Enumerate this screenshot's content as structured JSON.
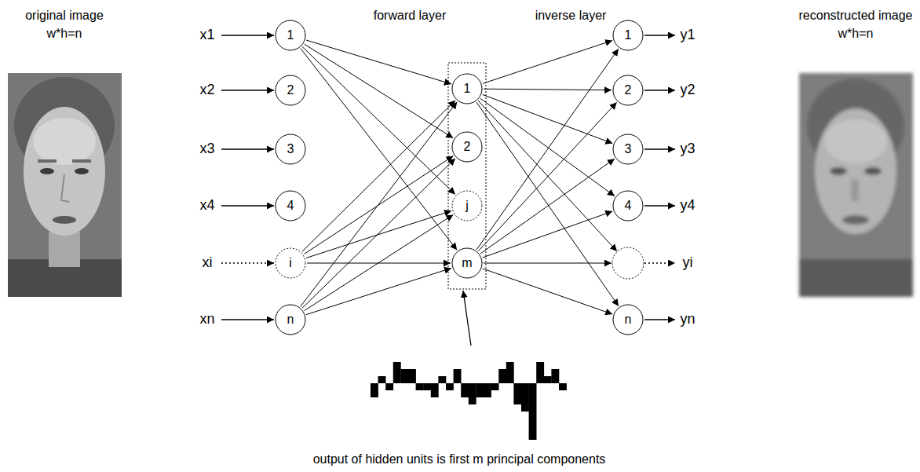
{
  "diagram": {
    "nodes": [
      {
        "text": [
          "1"
        ]
      },
      {
        "text": [
          "2"
        ]
      },
      {
        "text": [
          "3"
        ]
      },
      {
        "text": [
          "4"
        ]
      },
      {
        "text": [
          "i"
        ]
      },
      {
        "text": [
          "n"
        ]
      },
      {
        "text": [
          "1"
        ]
      },
      {
        "text": [
          "2"
        ]
      },
      {
        "text": [
          "j"
        ]
      },
      {
        "text": [
          "m"
        ]
      },
      {
        "text": [
          "1"
        ]
      },
      {
        "text": [
          "2"
        ]
      },
      {
        "text": [
          "3"
        ]
      },
      {
        "text": [
          "4"
        ]
      },
      {
        "text": [
          "n"
        ]
      }
    ],
    "edges": [
      {
        "from": 0,
        "to": 6,
        "arrow": "to"
      },
      {
        "from": 0,
        "to": 7,
        "arrow": "to"
      },
      {
        "from": 0,
        "to": 8,
        "arrow": "to"
      },
      {
        "from": 0,
        "to": 9,
        "arrow": "to"
      },
      {
        "from": 4,
        "to": 6,
        "arrow": "to"
      },
      {
        "from": 4,
        "to": 7,
        "arrow": "to"
      },
      {
        "from": 4,
        "to": 8,
        "arrow": "to"
      },
      {
        "from": 4,
        "to": 9,
        "arrow": "to"
      },
      {
        "from": 5,
        "to": 6,
        "arrow": "to"
      },
      {
        "from": 5,
        "to": 7,
        "arrow": "to"
      },
      {
        "from": 5,
        "to": 8,
        "arrow": "to"
      },
      {
        "from": 5,
        "to": 9,
        "arrow": "to"
      },
      {
        "from": 6,
        "to": 10,
        "arrow": "to"
      },
      {
        "from": 6,
        "to": 11,
        "arrow": "to"
      },
      {
        "from": 6,
        "to": 12,
        "arrow": "to"
      },
      {
        "from": 6,
        "to": 13,
        "arrow": "to"
      },
      {
        "from": 6,
        "to": 14,
        "arrow": "to"
      },
      {
        "from": 9,
        "to": 10,
        "arrow": "to"
      },
      {
        "from": 9,
        "to": 11,
        "arrow": "to"
      },
      {
        "from": 9,
        "to": 12,
        "arrow": "to"
      },
      {
        "from": 9,
        "to": 13,
        "arrow": "to"
      },
      {
        "from": 9,
        "to": 14,
        "arrow": "to"
      }
    ],
    "labels": [
      "original image",
      "w*h=n",
      "x1",
      "x2",
      "x3",
      "x4",
      "xi",
      "xn",
      "forward layer",
      "inverse layer",
      "reconstructed image",
      "w*h=n",
      "y1",
      "y2",
      "y3",
      "y4",
      "yi",
      "yn",
      "output of hidden units is first m principal components"
    ]
  }
}
